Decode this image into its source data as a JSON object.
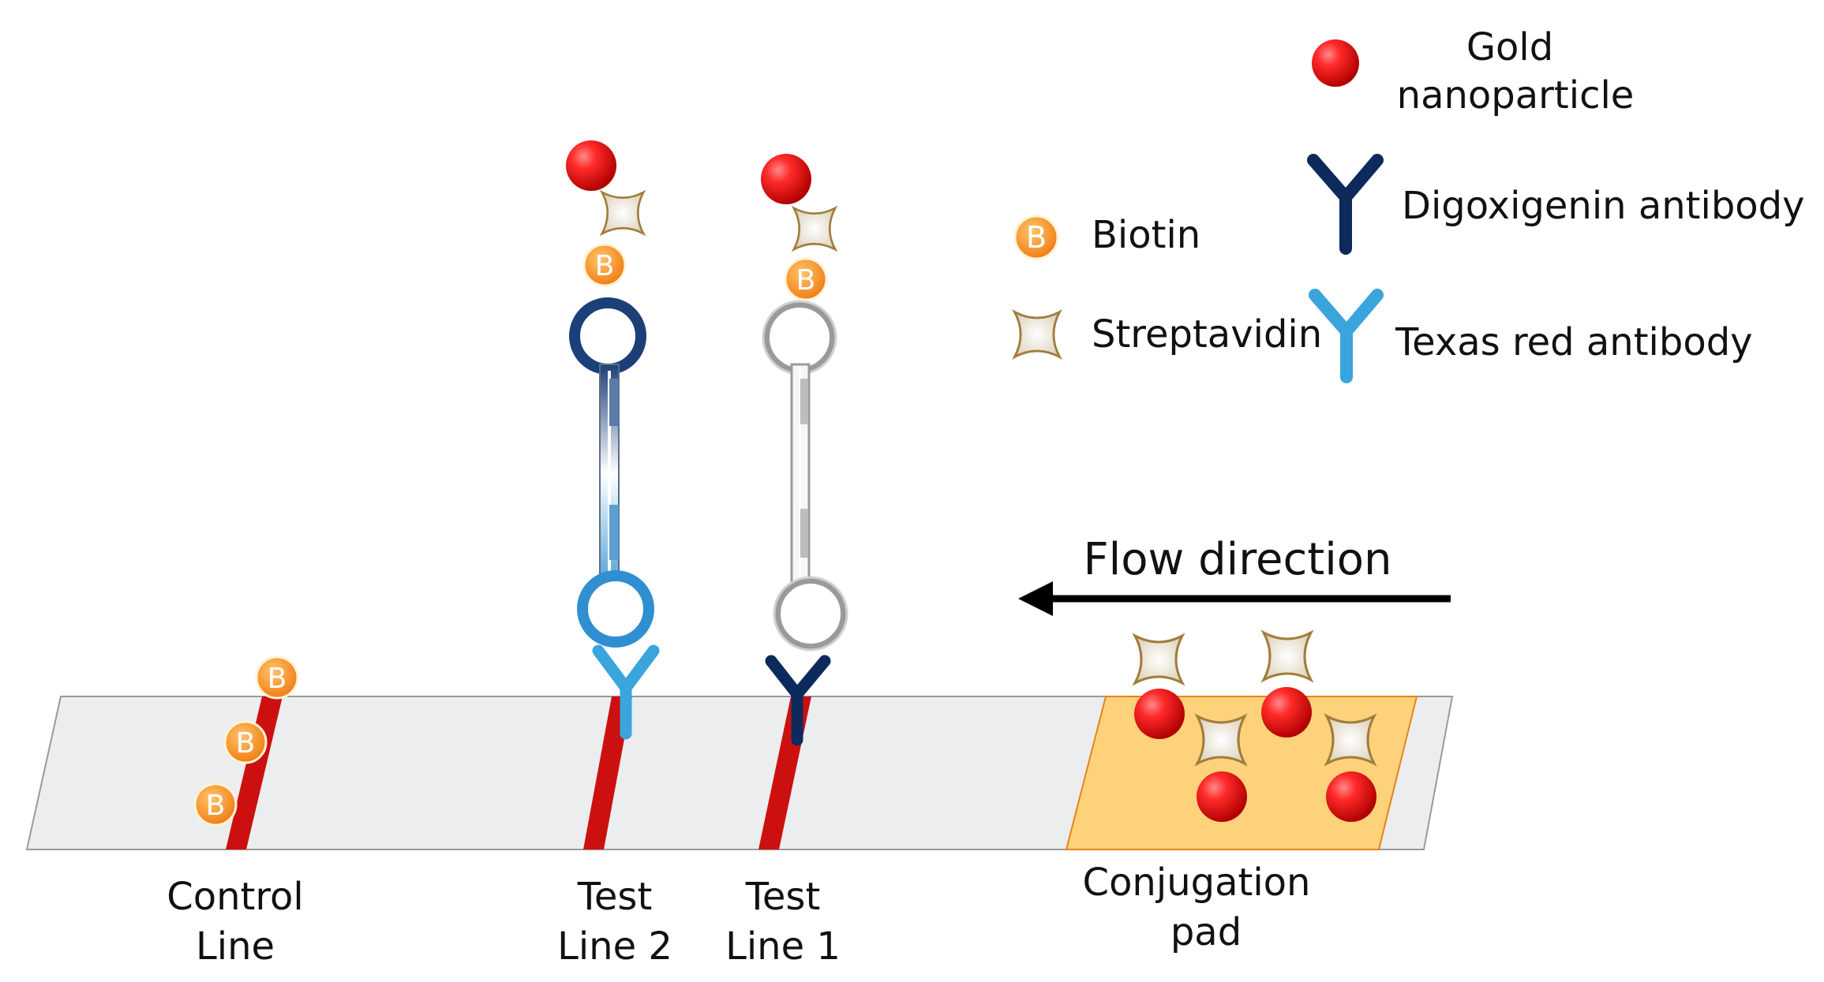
{
  "legend": {
    "gold_line1": "Gold",
    "gold_line2": "nanoparticle",
    "biotin": "Biotin",
    "streptavidin": "Streptavidin",
    "digoxigenin": "Digoxigenin antibody",
    "texas_red": "Texas red antibody"
  },
  "biotin_glyph": "B",
  "flow": "Flow direction",
  "labels": {
    "control_1": "Control",
    "control_2": "Line",
    "test2_1": "Test",
    "test2_2": "Line 2",
    "test1_1": "Test",
    "test1_2": "Line 1",
    "conj_1": "Conjugation",
    "conj_2": "pad"
  },
  "colors": {
    "gold": "#e8141c",
    "biotin": "#f7941d",
    "streptavidin": "#f3ede2",
    "digoxigenin": "#0c2a5c",
    "texas_red": "#3aa5dc",
    "line_red": "#cc1010",
    "strip": "#ecedee",
    "pad": "#fdd27a"
  }
}
